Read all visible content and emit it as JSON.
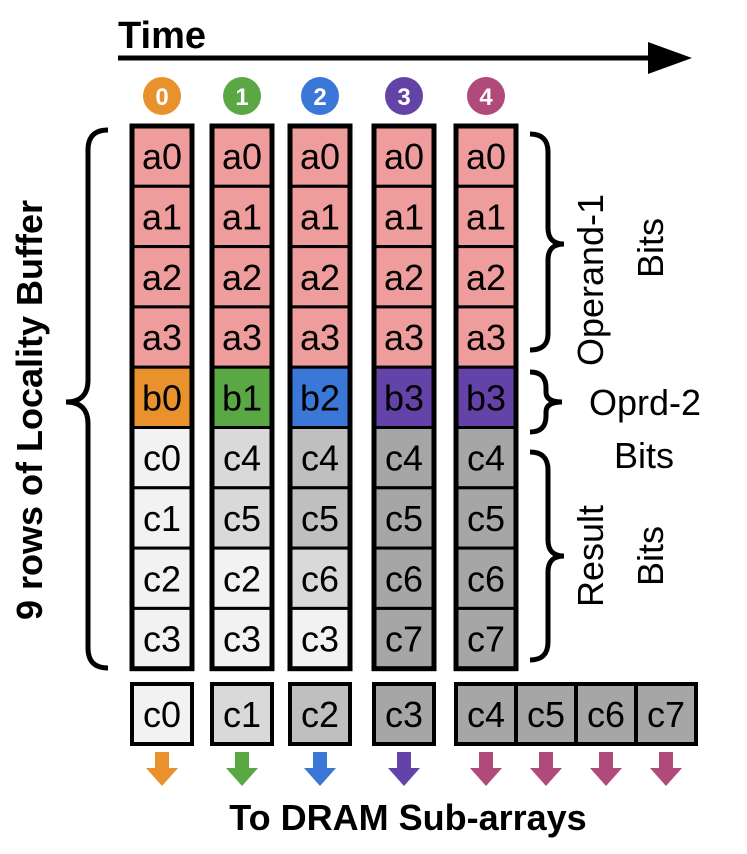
{
  "title": "Time",
  "vertical_label": "9 rows of Locality Buffer",
  "bottom_label": "To DRAM Sub-arrays",
  "time_steps": [
    {
      "label": "0",
      "color": "#E8912D"
    },
    {
      "label": "1",
      "color": "#5AA843"
    },
    {
      "label": "2",
      "color": "#3A77D6"
    },
    {
      "label": "3",
      "color": "#6443A8"
    },
    {
      "label": "4",
      "color": "#B04A7A"
    }
  ],
  "columns": [
    {
      "cells": [
        "a0",
        "a1",
        "a2",
        "a3",
        "b0",
        "c0",
        "c1",
        "c2",
        "c3"
      ],
      "fills": [
        "#EF9C9C",
        "#EF9C9C",
        "#EF9C9C",
        "#EF9C9C",
        "#E8912D",
        "#F2F2F2",
        "#F2F2F2",
        "#F2F2F2",
        "#F2F2F2"
      ]
    },
    {
      "cells": [
        "a0",
        "a1",
        "a2",
        "a3",
        "b1",
        "c4",
        "c5",
        "c2",
        "c3"
      ],
      "fills": [
        "#EF9C9C",
        "#EF9C9C",
        "#EF9C9C",
        "#EF9C9C",
        "#5AA843",
        "#D9D9D9",
        "#D9D9D9",
        "#F2F2F2",
        "#F2F2F2"
      ]
    },
    {
      "cells": [
        "a0",
        "a1",
        "a2",
        "a3",
        "b2",
        "c4",
        "c5",
        "c6",
        "c3"
      ],
      "fills": [
        "#EF9C9C",
        "#EF9C9C",
        "#EF9C9C",
        "#EF9C9C",
        "#3A77D6",
        "#BFBFBF",
        "#BFBFBF",
        "#D9D9D9",
        "#F2F2F2"
      ]
    },
    {
      "cells": [
        "a0",
        "a1",
        "a2",
        "a3",
        "b3",
        "c4",
        "c5",
        "c6",
        "c7"
      ],
      "fills": [
        "#EF9C9C",
        "#EF9C9C",
        "#EF9C9C",
        "#EF9C9C",
        "#6443A8",
        "#A6A6A6",
        "#A6A6A6",
        "#A6A6A6",
        "#A6A6A6"
      ]
    },
    {
      "cells": [
        "a0",
        "a1",
        "a2",
        "a3",
        "b3",
        "c4",
        "c5",
        "c6",
        "c7"
      ],
      "fills": [
        "#EF9C9C",
        "#EF9C9C",
        "#EF9C9C",
        "#EF9C9C",
        "#6443A8",
        "#A6A6A6",
        "#A6A6A6",
        "#A6A6A6",
        "#A6A6A6"
      ]
    }
  ],
  "output_cells": [
    {
      "label": "c0",
      "fill": "#F2F2F2"
    },
    {
      "label": "c1",
      "fill": "#D9D9D9"
    },
    {
      "label": "c2",
      "fill": "#BFBFBF"
    },
    {
      "label": "c3",
      "fill": "#A6A6A6"
    },
    {
      "label": "c4",
      "fill": "#A6A6A6"
    },
    {
      "label": "c5",
      "fill": "#A6A6A6"
    },
    {
      "label": "c6",
      "fill": "#A6A6A6"
    },
    {
      "label": "c7",
      "fill": "#A6A6A6"
    }
  ],
  "arrow_colors": [
    "#E8912D",
    "#5AA843",
    "#3A77D6",
    "#6443A8",
    "#B04A7A",
    "#B04A7A",
    "#B04A7A",
    "#B04A7A"
  ],
  "brace_labels": {
    "operand1": [
      "Operand-1",
      "Bits"
    ],
    "operand2": [
      "Oprd-2",
      "Bits"
    ],
    "result": [
      "Result",
      "Bits"
    ]
  }
}
